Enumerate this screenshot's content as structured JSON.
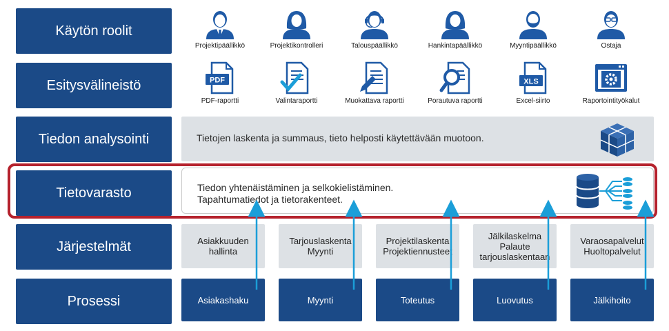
{
  "layers": [
    {
      "label": "Käytön roolit"
    },
    {
      "label": "Esitysvälineistö"
    },
    {
      "label": "Tiedon analysointi"
    },
    {
      "label": "Tietovarasto"
    },
    {
      "label": "Järjestelmät"
    },
    {
      "label": "Prosessi"
    }
  ],
  "roles": [
    {
      "label": "Projektipäällikkö",
      "icon": "man-tie-icon"
    },
    {
      "label": "Projektikontrolleri",
      "icon": "woman-icon"
    },
    {
      "label": "Talouspäällikkö",
      "icon": "man-headset-icon"
    },
    {
      "label": "Hankintapäällikkö",
      "icon": "woman-icon"
    },
    {
      "label": "Myyntipäällikkö",
      "icon": "man-beard-icon"
    },
    {
      "label": "Ostaja",
      "icon": "man-glasses-icon"
    }
  ],
  "tools": [
    {
      "label": "PDF-raportti",
      "icon": "pdf-document-icon",
      "badge": "PDF"
    },
    {
      "label": "Valintaraportti",
      "icon": "checkmark-document-icon"
    },
    {
      "label": "Muokattava raportti",
      "icon": "pencil-document-icon"
    },
    {
      "label": "Porautuva raportti",
      "icon": "magnifier-document-icon"
    },
    {
      "label": "Excel-siirto",
      "icon": "xls-document-icon",
      "badge": "XLS"
    },
    {
      "label": "Raportointityökalut",
      "icon": "gear-window-icon"
    }
  ],
  "analysis": {
    "text": "Tietojen laskenta ja summaus, tieto helposti käytettävään muotoon.",
    "icon": "cube-icon"
  },
  "warehouse": {
    "line1": "Tiedon yhtenäistäminen ja selkokielistäminen.",
    "line2": "Tapahtumatiedot ja tietorakenteet.",
    "icon": "database-icon"
  },
  "systems": [
    {
      "lines": [
        "Asiakkuuden",
        "hallinta"
      ]
    },
    {
      "lines": [
        "Tarjouslaskenta",
        "Myynti"
      ]
    },
    {
      "lines": [
        "Projektilaskenta",
        "Projektiennusteet"
      ]
    },
    {
      "lines": [
        "Jälkilaskelma",
        "Palaute",
        "tarjouslaskentaan"
      ]
    },
    {
      "lines": [
        "Varaosapalvelut",
        "Huoltopalvelut"
      ]
    }
  ],
  "process": [
    {
      "label": "Asiakashaku"
    },
    {
      "label": "Myynti"
    },
    {
      "label": "Toteutus"
    },
    {
      "label": "Luovutus"
    },
    {
      "label": "Jälkihoito"
    }
  ],
  "colors": {
    "label_blue": "#1b4a87",
    "icon_blue": "#1f5aa6",
    "panel_gray": "#dde1e5",
    "highlight_red": "#b5222d",
    "arrow_cyan": "#1b9ed8"
  }
}
